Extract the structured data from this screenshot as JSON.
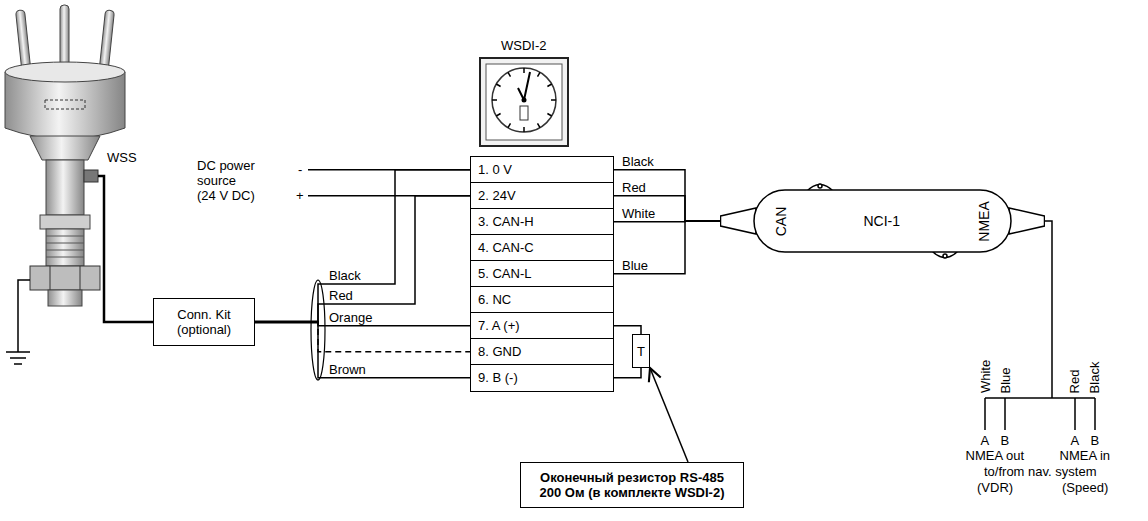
{
  "diagram": {
    "nodes": [
      {
        "text": [
          "Conn. Kit (optional)"
        ]
      },
      {
        "text": [
          "1. 0 V"
        ]
      },
      {
        "text": [
          "2. 24V"
        ]
      },
      {
        "text": [
          "3. CAN-H"
        ]
      },
      {
        "text": [
          "4. CAN-C"
        ]
      },
      {
        "text": [
          "5. CAN-L"
        ]
      },
      {
        "text": [
          "6. NC"
        ]
      },
      {
        "text": [
          "7. A (+)"
        ]
      },
      {
        "text": [
          "8. GND"
        ]
      },
      {
        "text": [
          "9. B (-)"
        ]
      },
      {
        "text": [
          "T"
        ]
      },
      {
        "text": [
          "CAN",
          "NCI-1",
          "NMEA"
        ]
      },
      {
        "text": [
          "Оконечный резистор RS-485 200 Ом (в комплекте WSDI-2)"
        ]
      }
    ],
    "edges": [
      {
        "from": 0,
        "to": 1,
        "label": "Black",
        "arrow": "none"
      },
      {
        "from": 0,
        "to": 2,
        "label": "Red",
        "arrow": "none"
      },
      {
        "from": 0,
        "to": 7,
        "label": "Orange",
        "arrow": "none"
      },
      {
        "from": 0,
        "to": 8,
        "arrow": "none"
      },
      {
        "from": 0,
        "to": 9,
        "label": "Brown",
        "arrow": "none"
      },
      {
        "from": 1,
        "to": 11,
        "label": "Black",
        "arrow": "none"
      },
      {
        "from": 2,
        "to": 11,
        "label": "Red",
        "arrow": "none"
      },
      {
        "from": 3,
        "to": 11,
        "label": "White",
        "arrow": "none"
      },
      {
        "from": 5,
        "to": 11,
        "label": "Blue",
        "arrow": "none"
      },
      {
        "from": 7,
        "to": 10,
        "arrow": "none"
      },
      {
        "from": 9,
        "to": 10,
        "arrow": "none"
      },
      {
        "from": 12,
        "to": 10,
        "arrow": "to"
      }
    ],
    "labels": [
      "WSDI-2",
      "DC power source (24 V DC)",
      "-",
      "+",
      "WSS",
      "White",
      "Blue",
      "Red",
      "Black",
      "A",
      "B",
      "A",
      "B",
      "NMEA out",
      "to/from nav. system",
      "(VDR)",
      "NMEA in",
      "(Speed)"
    ]
  }
}
